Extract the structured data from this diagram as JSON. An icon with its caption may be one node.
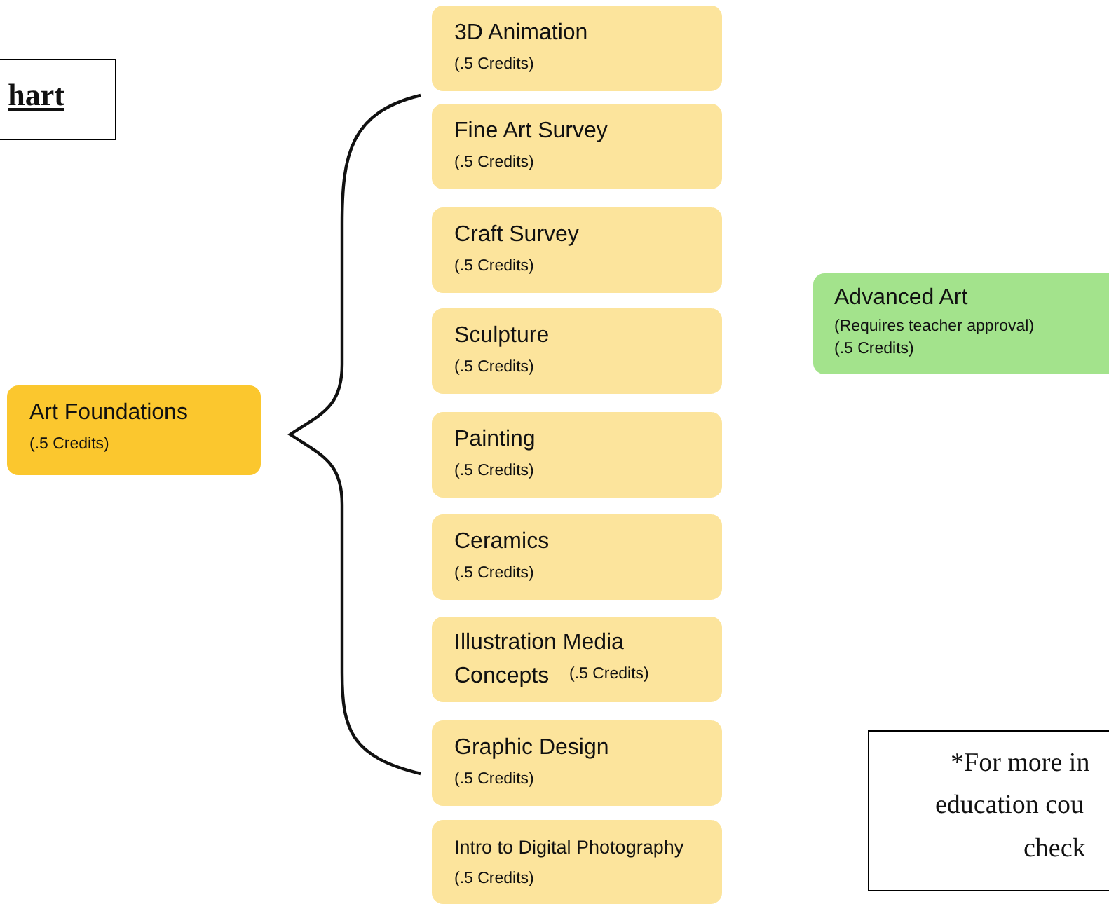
{
  "diagram": {
    "nodes": [
      {
        "text": [
          "hart"
        ]
      },
      {
        "text": [
          "Art Foundations",
          "(.5 Credits)"
        ]
      },
      {
        "text": [
          "3D Animation",
          "(.5 Credits)"
        ]
      },
      {
        "text": [
          "Fine Art Survey",
          "(.5 Credits)"
        ]
      },
      {
        "text": [
          "Craft Survey",
          "(.5 Credits)"
        ]
      },
      {
        "text": [
          "Sculpture",
          "(.5 Credits)"
        ]
      },
      {
        "text": [
          "Painting",
          "(.5 Credits)"
        ]
      },
      {
        "text": [
          "Ceramics",
          "(.5 Credits)"
        ]
      },
      {
        "text": [
          "Illustration Media Concepts",
          "(.5 Credits)"
        ]
      },
      {
        "text": [
          "Graphic Design",
          "(.5 Credits)"
        ]
      },
      {
        "text": [
          "Intro to Digital Photography",
          "(.5 Credits)"
        ]
      },
      {
        "text": [
          "Advanced Art",
          "(Requires teacher approval)",
          "(.5 Credits)"
        ]
      },
      {
        "text": [
          "*For more in",
          "education cou",
          "check"
        ]
      }
    ]
  }
}
